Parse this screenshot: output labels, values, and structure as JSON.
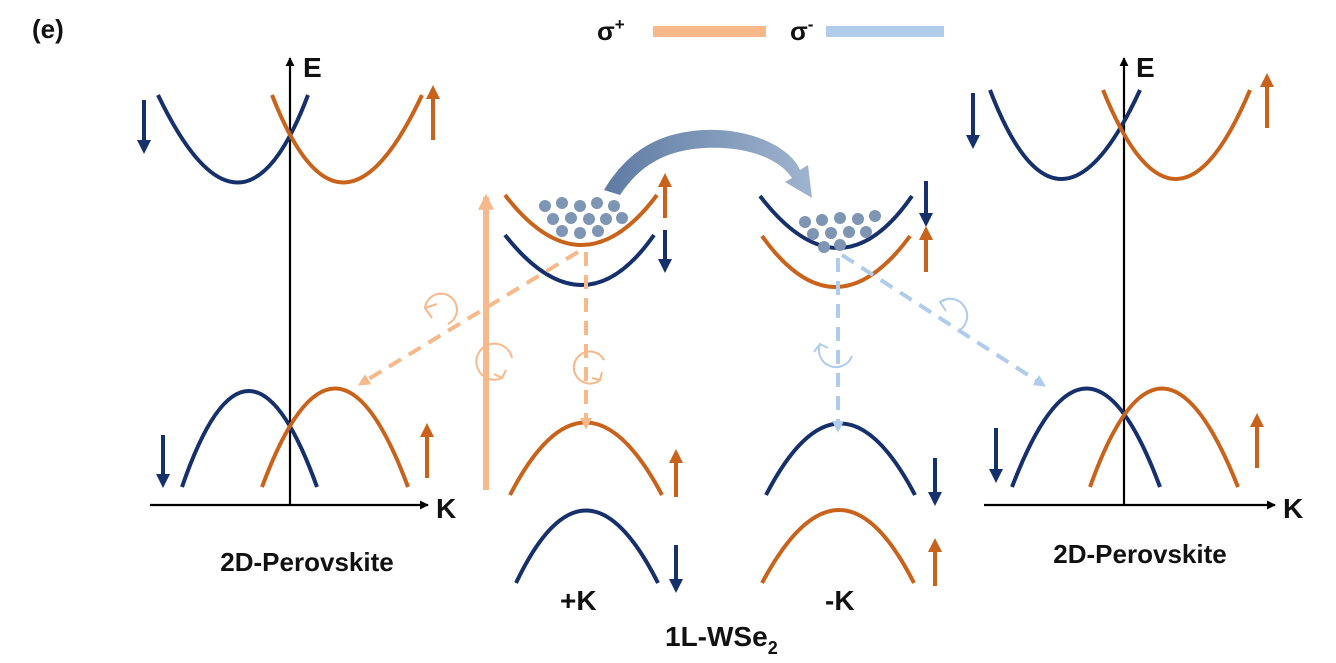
{
  "panel_label": "(e)",
  "legend": {
    "sigma_plus": {
      "symbol": "σ",
      "superscript": "+",
      "color": "#F7B88A"
    },
    "sigma_minus": {
      "symbol": "σ",
      "superscript": "-",
      "color": "#AFCDEB"
    }
  },
  "colors": {
    "spin_up_band": "#C9621A",
    "spin_down_band": "#15306B",
    "axis": "#000000",
    "carrier": "#7E95B3",
    "transfer_arrow": "#6F89AD"
  },
  "left_panel": {
    "energy_axis_label": "E",
    "momentum_axis_label": "K",
    "caption": "2D-Perovskite"
  },
  "right_panel": {
    "energy_axis_label": "E",
    "momentum_axis_label": "K",
    "caption": "2D-Perovskite"
  },
  "center_panel": {
    "valley_plus_label": "+K",
    "valley_minus_label": "-K",
    "material_label_main": "1L-WSe",
    "material_label_subscript": "2"
  },
  "icons": [
    "spin-up-arrow-icon",
    "spin-down-arrow-icon",
    "circular-polarization-icon",
    "valley-transfer-arrow-icon"
  ]
}
